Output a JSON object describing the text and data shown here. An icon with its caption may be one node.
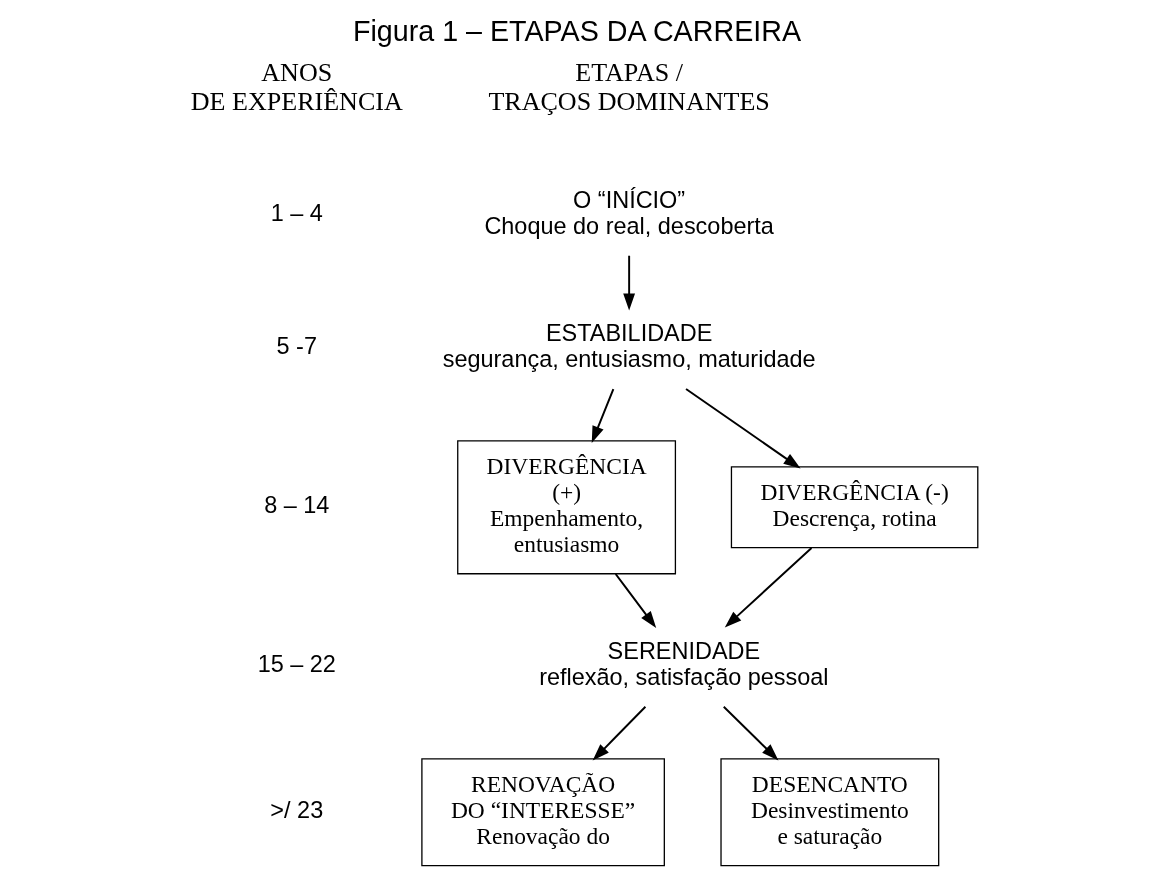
{
  "diagram": {
    "title": "Figura 1 – ETAPAS DA CARREIRA",
    "nodes": [
      {
        "text": [
          "O “INÍCIO”",
          "Choque do real, descoberta"
        ]
      },
      {
        "text": [
          "ESTABILIDADE",
          "segurança, entusiasmo, maturidade"
        ]
      },
      {
        "text": [
          "DIVERGÊNCIA (+)",
          "Empenhamento, entusiasmo"
        ]
      },
      {
        "text": [
          "DIVERGÊNCIA (-)",
          "Descrença, rotina"
        ]
      },
      {
        "text": [
          "SERENIDADE",
          "reflexão, satisfação pessoal"
        ]
      },
      {
        "text": [
          "RENOVAÇÃO DO “INTERESSE”",
          "Renovação do"
        ]
      },
      {
        "text": [
          "DESENCANTO",
          "Desinvestimento e saturação"
        ]
      }
    ],
    "edges": [
      {
        "from": 0,
        "to": 1,
        "arrow": "to"
      },
      {
        "from": 1,
        "to": 2,
        "arrow": "to"
      },
      {
        "from": 1,
        "to": 3,
        "arrow": "to"
      },
      {
        "from": 2,
        "to": 4,
        "arrow": "to"
      },
      {
        "from": 3,
        "to": 4,
        "arrow": "to"
      },
      {
        "from": 4,
        "to": 5,
        "arrow": "to"
      },
      {
        "from": 4,
        "to": 6,
        "arrow": "to"
      }
    ],
    "labels": [
      "ANOS DE EXPERIÊNCIA",
      "ETAPAS / TRAÇOS DOMINANTES",
      "1 – 4",
      "5 -7",
      "8 – 14",
      "15 – 22",
      ">/ 23"
    ]
  }
}
